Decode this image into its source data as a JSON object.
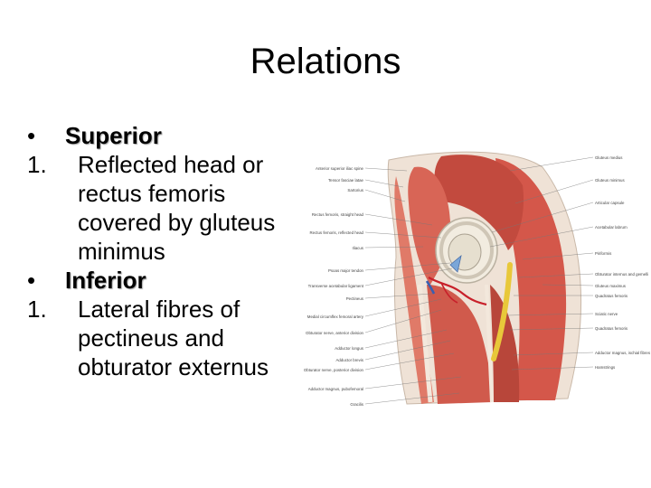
{
  "slide": {
    "title": "Relations",
    "lines": [
      {
        "marker": "•",
        "text": "Superior",
        "kind": "heading"
      },
      {
        "marker": "1.",
        "text": "Reflected head or",
        "kind": "item"
      },
      {
        "marker": "",
        "text": "rectus femoris",
        "kind": "cont"
      },
      {
        "marker": "",
        "text": "covered by gluteus",
        "kind": "cont"
      },
      {
        "marker": "",
        "text": "minimus",
        "kind": "cont"
      },
      {
        "marker": "•",
        "text": "Inferior",
        "kind": "heading"
      },
      {
        "marker": "1.",
        "text": "Lateral fibres of",
        "kind": "item"
      },
      {
        "marker": "",
        "text": "pectineus and",
        "kind": "cont"
      },
      {
        "marker": "",
        "text": "obturator externus",
        "kind": "cont"
      }
    ]
  },
  "figure": {
    "colors": {
      "muscle": "#d4574a",
      "muscle_dark": "#a8342c",
      "fascia": "#efe2d6",
      "bone": "#e8e4d8",
      "nerve": "#e8c83a",
      "vessel_red": "#c8202a",
      "vessel_blue": "#3a5fb0"
    },
    "left_labels": [
      "Anterior superior iliac spine",
      "Tensor fasciae latae",
      "Sartorius",
      "Rectus femoris, straight head",
      "Rectus femoris, reflected head",
      "Iliacus",
      "Psoas major tendon",
      "Transverse acetabular ligament",
      "Pectineus",
      "Medial circumflex femoral artery",
      "Obturator nerve, anterior division",
      "Adductor longus",
      "Adductor brevis",
      "Obturator nerve, posterior division",
      "Adductor magnus, pubofemoral",
      "Gracilis"
    ],
    "right_labels": [
      "Gluteus medius",
      "Gluteus minimus",
      "Articular capsule",
      "Acetabular labrum",
      "Piriformis",
      "Obturator internus and gemelli",
      "Gluteus maximus",
      "Quadratus femoris",
      "Sciatic nerve",
      "Quadratus femoris",
      "Adductor magnus, ischial fibres",
      "Hamstrings"
    ]
  }
}
